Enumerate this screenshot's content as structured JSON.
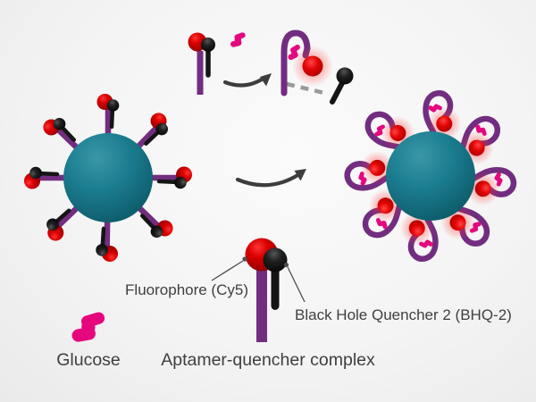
{
  "figure": {
    "labels": {
      "fluorophore": "Fluorophore (Cy5)",
      "quencher": "Black Hole Quencher 2 (BHQ-2)",
      "aptamer_complex": "Aptamer-quencher complex",
      "glucose": "Glucose"
    },
    "nanoparticles": {
      "left": {
        "strand_count": 8,
        "state": "quenched"
      },
      "right": {
        "petal_count": 8,
        "state": "fluorescing"
      }
    },
    "colors": {
      "nanoparticle_teal": "#17768a",
      "aptamer_purple": "#722d80",
      "fluorophore_red": "#d80000",
      "quencher_black": "#1a1a1a",
      "glucose_pink": "#e5077e",
      "arrow_gray": "#3d3d3d",
      "dashed_line_gray": "#9a9a9a",
      "label_text": "#3f3f3f",
      "background": "#f5f5f5"
    }
  }
}
